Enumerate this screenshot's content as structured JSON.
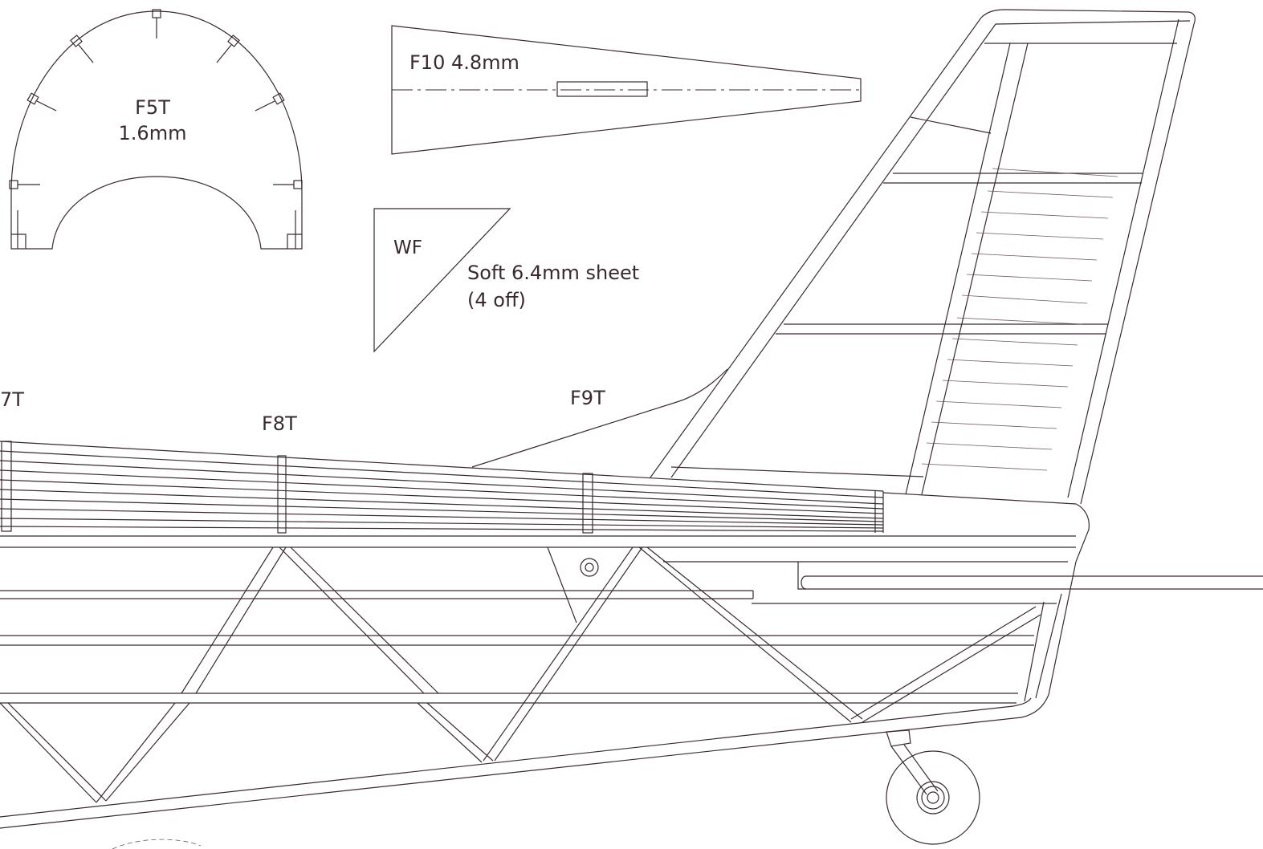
{
  "labels": {
    "f5t_name": "F5T",
    "f5t_thickness": "1.6mm",
    "f10": "F10 4.8mm",
    "wf": "WF",
    "wf_note_1": "Soft 6.4mm sheet",
    "wf_note_2": "(4 off)",
    "f7t": "7T",
    "f8t": "F8T",
    "f9t": "F9T"
  },
  "colors": {
    "line": "#3a2a2e",
    "background": "#ffffff"
  }
}
